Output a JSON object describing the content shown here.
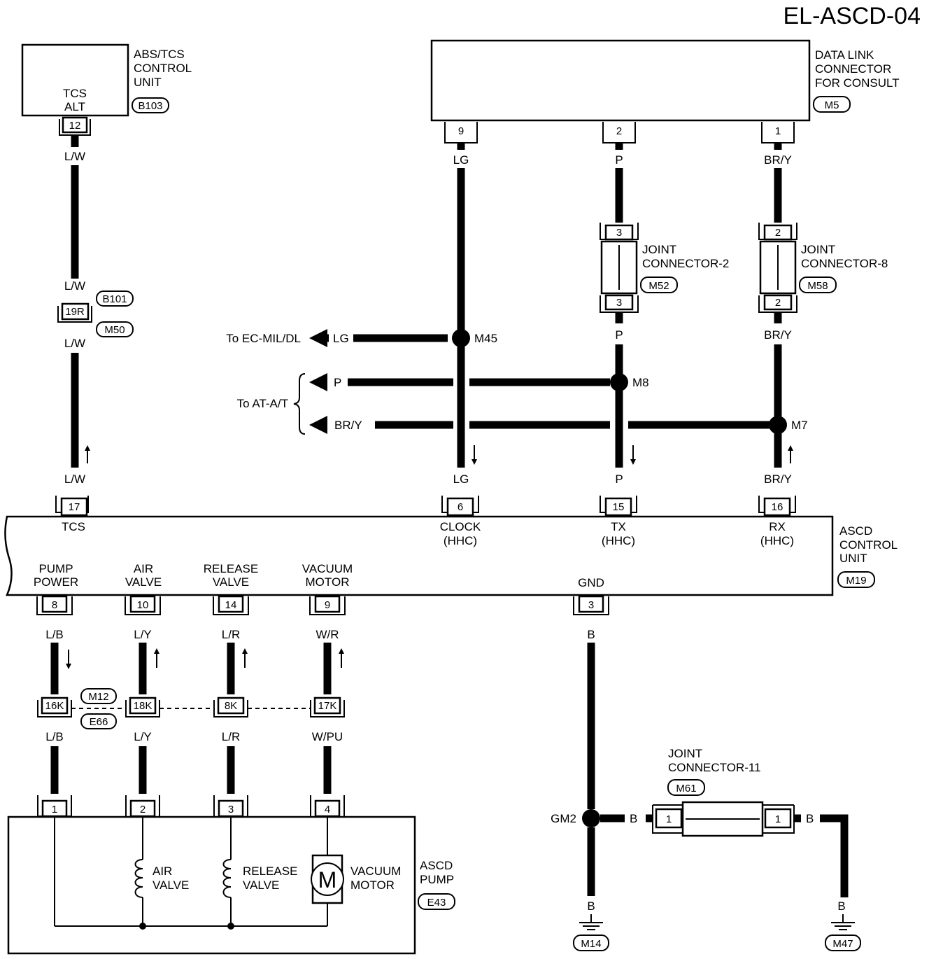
{
  "page_id": "EL-ASCD-04",
  "components": {
    "abs_tcs": {
      "name_lines": [
        "ABS/TCS",
        "CONTROL",
        "UNIT"
      ],
      "terminal_lines": [
        "TCS",
        "ALT"
      ],
      "code": "B103"
    },
    "dlc": {
      "name_lines": [
        "DATA LINK",
        "CONNECTOR",
        "FOR CONSULT"
      ],
      "code": "M5"
    },
    "jc2": {
      "name_lines": [
        "JOINT",
        "CONNECTOR-2"
      ],
      "code": "M52"
    },
    "jc8": {
      "name_lines": [
        "JOINT",
        "CONNECTOR-8"
      ],
      "code": "M58"
    },
    "ascd_cu": {
      "name_lines": [
        "ASCD",
        "CONTROL",
        "UNIT"
      ],
      "code": "M19"
    },
    "jc11": {
      "name_lines": [
        "JOINT",
        "CONNECTOR-11"
      ],
      "code": "M61"
    },
    "pump": {
      "name_lines": [
        "ASCD",
        "PUMP"
      ],
      "code": "E43"
    }
  },
  "connectors": {
    "b101": "B101",
    "m50": "M50",
    "m12": "M12",
    "e66": "E66"
  },
  "pins": {
    "tcs_out": "12",
    "tcs_in": "17",
    "inline": "19R",
    "dlc_9": "9",
    "dlc_2": "2",
    "dlc_1": "1",
    "jc2_top": "3",
    "jc2_bot": "3",
    "jc8_top": "2",
    "jc8_bot": "2",
    "cu_6": "6",
    "cu_15": "15",
    "cu_16": "16",
    "cu_8": "8",
    "cu_10": "10",
    "cu_14": "14",
    "cu_9": "9",
    "cu_3": "3",
    "i16k": "16K",
    "i18k": "18K",
    "i8k": "8K",
    "i17k": "17K",
    "p1": "1",
    "p2": "2",
    "p3": "3",
    "p4": "4",
    "jc11_l": "1",
    "jc11_r": "1"
  },
  "wires": {
    "lw": "L/W",
    "lg": "LG",
    "p": "P",
    "bry": "BR/Y",
    "lb": "L/B",
    "ly": "L/Y",
    "lr": "L/R",
    "wr": "W/R",
    "wpu": "W/PU",
    "b": "B"
  },
  "splices": {
    "m45": "M45",
    "m8": "M8",
    "m7": "M7",
    "gm2": "GM2"
  },
  "grounds": {
    "m14": "M14",
    "m47": "M47"
  },
  "destinations": {
    "ec": "To EC-MIL/DL",
    "at": "To AT-A/T"
  },
  "cu_terms": {
    "tcs": "TCS",
    "clock": "CLOCK",
    "tx": "TX",
    "rx": "RX",
    "hhc": "(HHC)",
    "pump_power": [
      "PUMP",
      "POWER"
    ],
    "air_valve": [
      "AIR",
      "VALVE"
    ],
    "release_valve": [
      "RELEASE",
      "VALVE"
    ],
    "vacuum_motor": [
      "VACUUM",
      "MOTOR"
    ],
    "gnd": "GND"
  },
  "pump_parts": {
    "air": [
      "AIR",
      "VALVE"
    ],
    "release": [
      "RELEASE",
      "VALVE"
    ],
    "motor": [
      "VACUUM",
      "MOTOR"
    ],
    "motor_symbol": "M"
  }
}
